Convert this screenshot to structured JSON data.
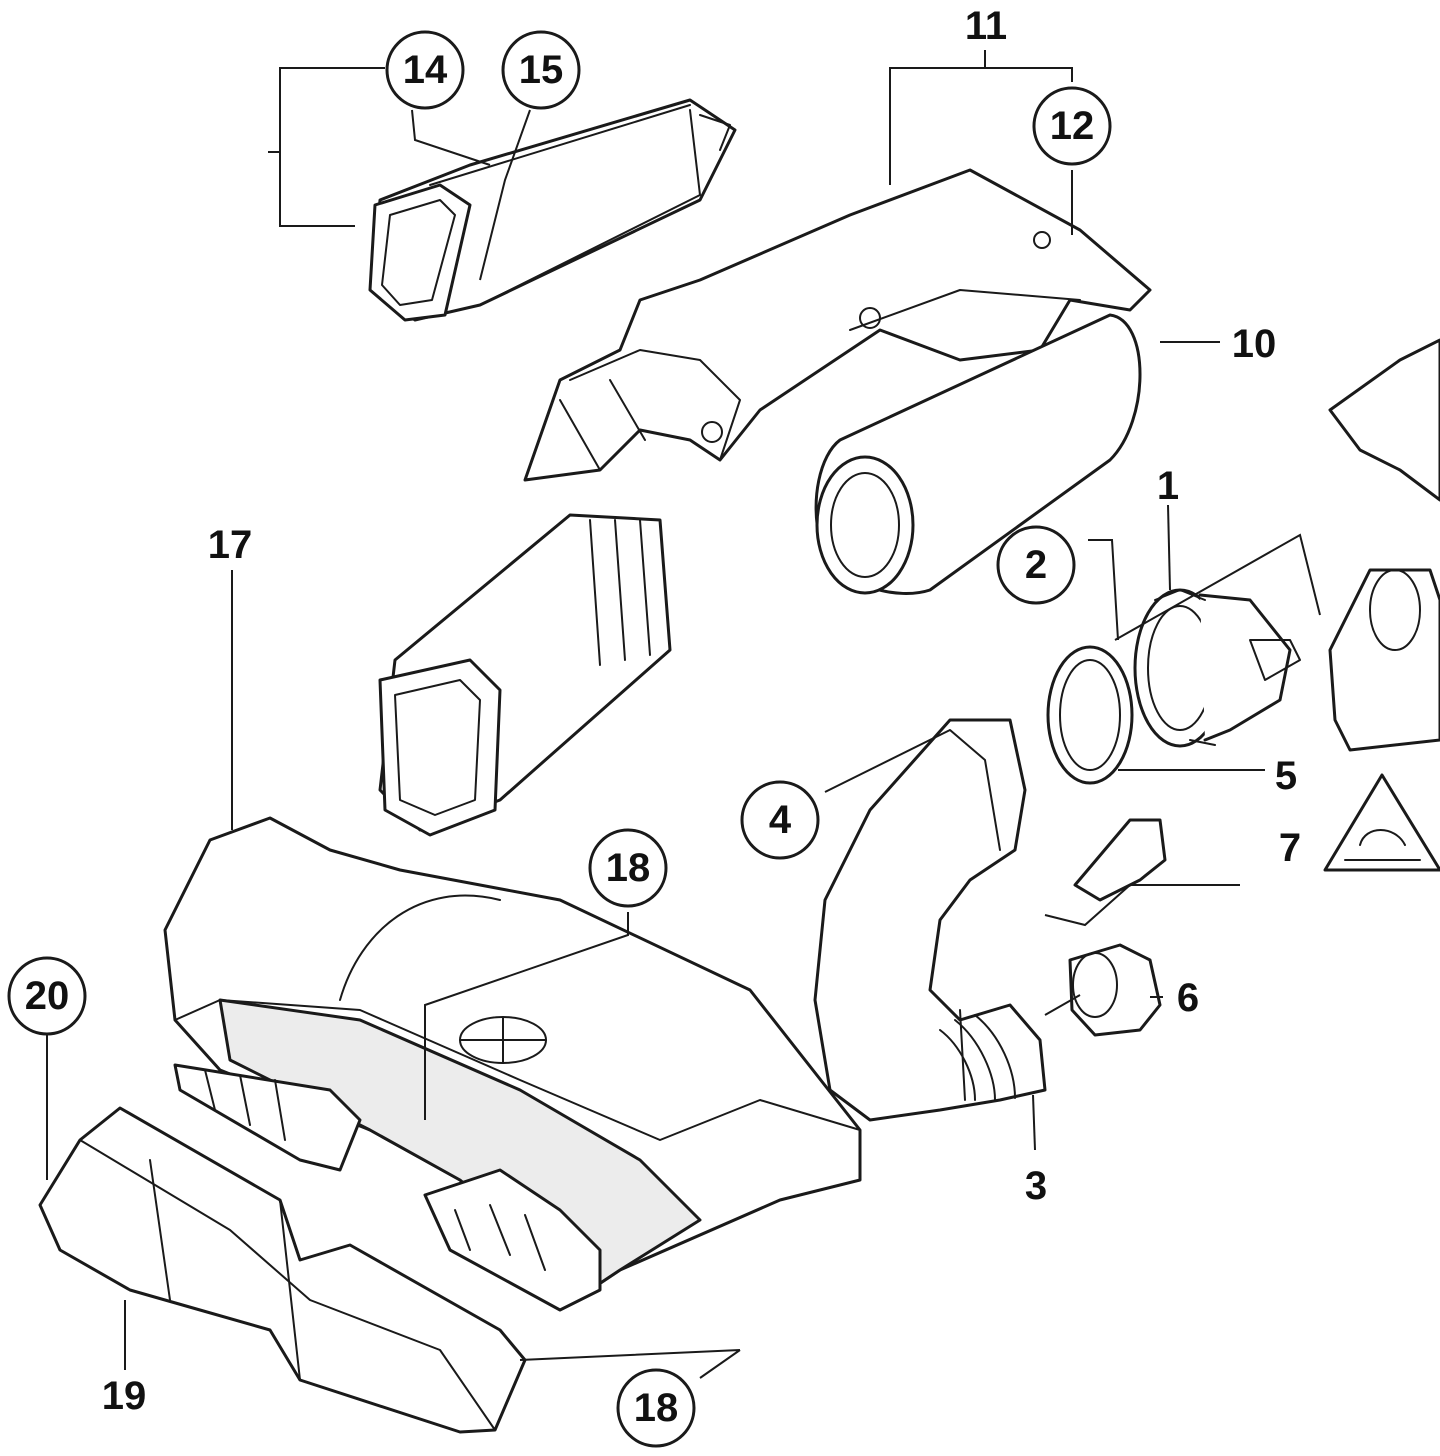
{
  "callouts": {
    "c1": "1",
    "c2": "2",
    "c3": "3",
    "c4": "4",
    "c5": "5",
    "c6": "6",
    "c7": "7",
    "c10": "10",
    "c11": "11",
    "c12": "12",
    "c14": "14",
    "c15": "15",
    "c17": "17",
    "c18a": "18",
    "c18b": "18",
    "c19": "19",
    "c20": "20"
  },
  "colors": {
    "line": "#1a1a1a",
    "background": "#ffffff",
    "shade": "#ececec"
  },
  "icons": {
    "warning": "warning-triangle-icon",
    "logo": "bmw-roundel-icon"
  }
}
